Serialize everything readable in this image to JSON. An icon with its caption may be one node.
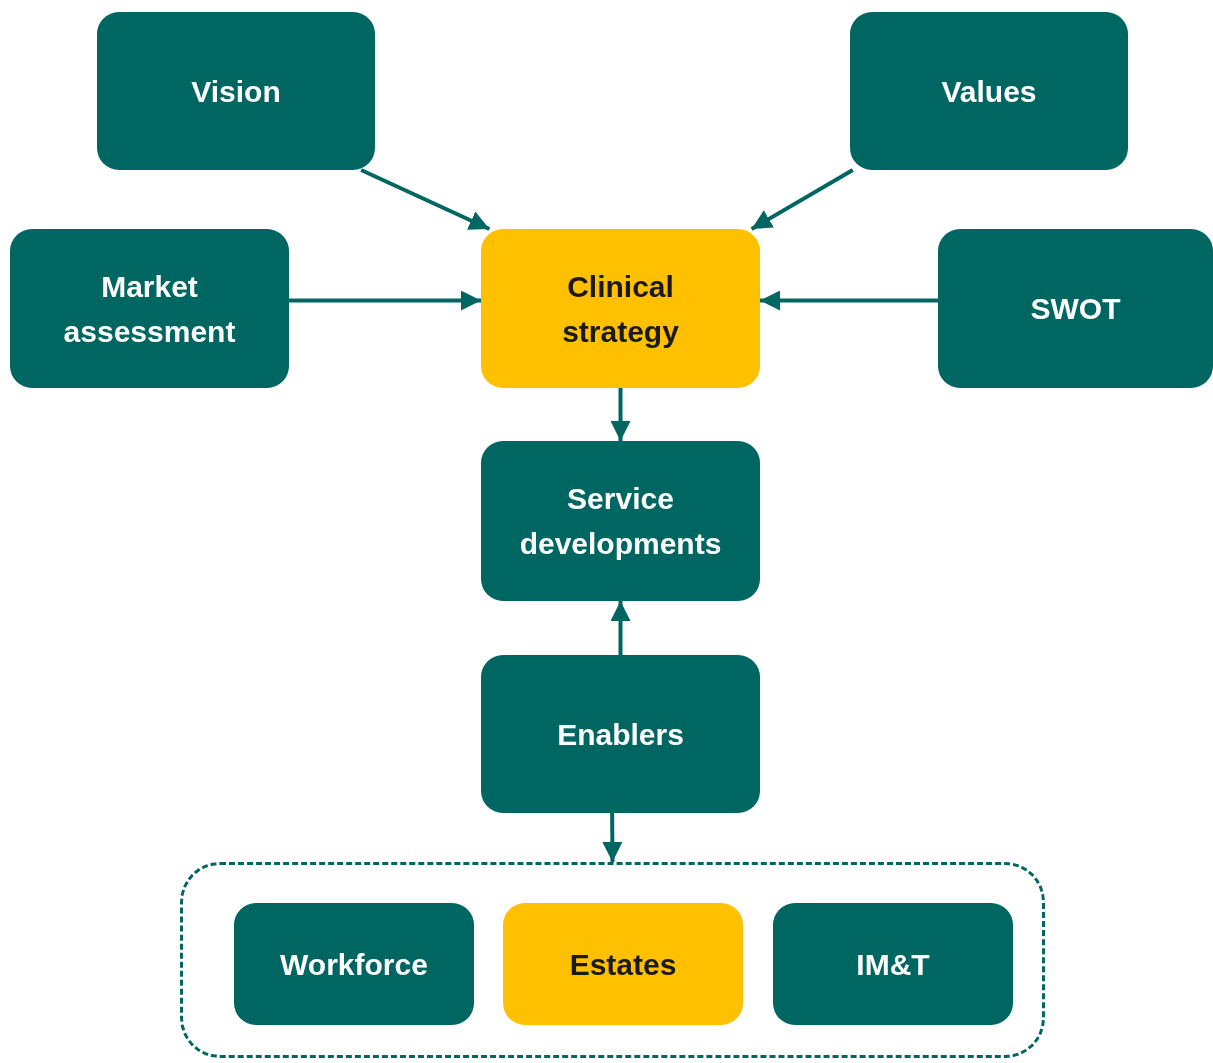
{
  "diagram": {
    "nodes": [
      {
        "text": [
          "Vision"
        ]
      },
      {
        "text": [
          "Values"
        ]
      },
      {
        "text": [
          "Market assessment"
        ]
      },
      {
        "text": [
          "Clinical strategy"
        ]
      },
      {
        "text": [
          "SWOT"
        ]
      },
      {
        "text": [
          "Service developments"
        ]
      },
      {
        "text": [
          "Enablers"
        ]
      },
      {
        "text": [],
        "shape": "box"
      },
      {
        "text": [
          "Workforce"
        ],
        "in": 7
      },
      {
        "text": [
          "Estates"
        ],
        "in": 7
      },
      {
        "text": [
          "IM&T"
        ],
        "in": 7
      }
    ],
    "edges": [
      {
        "from": 0,
        "to": 3,
        "arrow": "to"
      },
      {
        "from": 1,
        "to": 3,
        "arrow": "to"
      },
      {
        "from": 2,
        "to": 3,
        "arrow": "to"
      },
      {
        "from": 4,
        "to": 3,
        "arrow": "to"
      },
      {
        "from": 3,
        "to": 5,
        "arrow": "to"
      },
      {
        "from": 6,
        "to": 5,
        "arrow": "to"
      },
      {
        "from": 6,
        "to": 7,
        "arrow": "to"
      }
    ]
  }
}
